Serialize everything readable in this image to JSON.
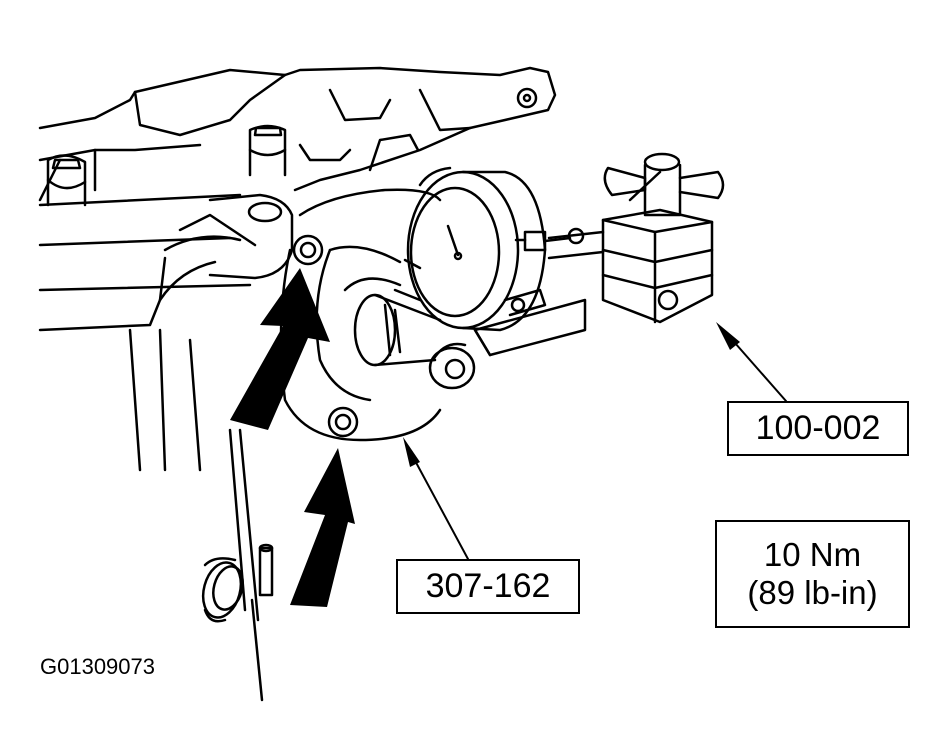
{
  "callouts": {
    "tool_a": "100-002",
    "tool_b": "307-162"
  },
  "torque": {
    "nm": "10 Nm",
    "lbin": "(89 lb-in)"
  },
  "figure_id": "G01309073",
  "colors": {
    "ink": "#000000",
    "paper": "#ffffff"
  }
}
